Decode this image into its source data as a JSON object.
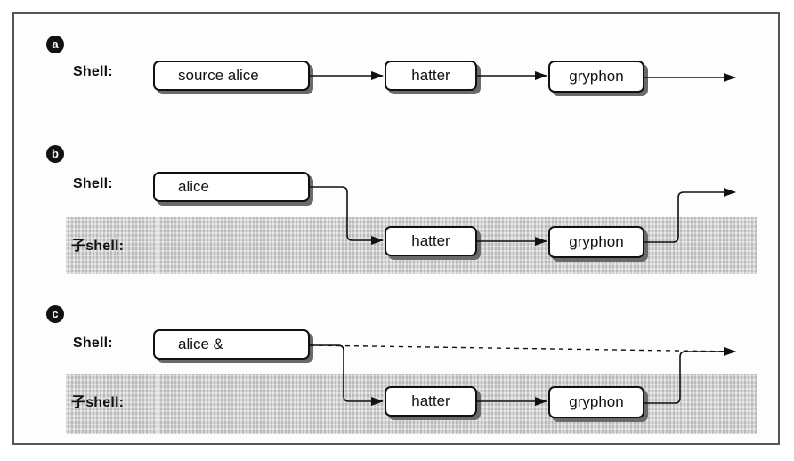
{
  "panels": [
    {
      "marker": "a",
      "shell_label": "Shell:",
      "shell_box": "source alice",
      "sub_boxes": [
        "hatter",
        "gryphon"
      ]
    },
    {
      "marker": "b",
      "shell_label": "Shell:",
      "subshell_label": "子shell:",
      "shell_box": "alice",
      "sub_boxes": [
        "hatter",
        "gryphon"
      ]
    },
    {
      "marker": "c",
      "shell_label": "Shell:",
      "subshell_label": "子shell:",
      "shell_box": "alice &",
      "sub_boxes": [
        "hatter",
        "gryphon"
      ]
    }
  ]
}
